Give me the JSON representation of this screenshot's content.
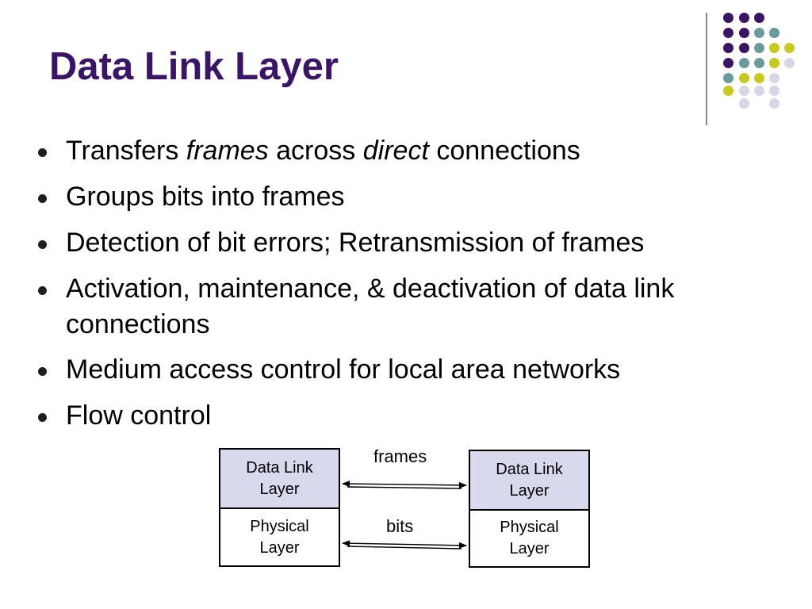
{
  "slide": {
    "title": "Data Link Layer",
    "accent_color": "#3a1466",
    "bullets": [
      {
        "parts": [
          {
            "text": "Transfers ",
            "italic": false
          },
          {
            "text": "frames",
            "italic": true
          },
          {
            "text": " across ",
            "italic": false
          },
          {
            "text": "direct",
            "italic": true
          },
          {
            "text": " connections",
            "italic": false
          }
        ]
      },
      {
        "parts": [
          {
            "text": "Groups bits into frames",
            "italic": false
          }
        ]
      },
      {
        "parts": [
          {
            "text": "Detection of bit errors;  Retransmission of frames",
            "italic": false
          }
        ]
      },
      {
        "parts": [
          {
            "text": "Activation, maintenance, & deactivation of data link connections",
            "italic": false
          }
        ]
      },
      {
        "parts": [
          {
            "text": "Medium access control for local area networks",
            "italic": false
          }
        ]
      },
      {
        "parts": [
          {
            "text": "Flow control",
            "italic": false
          }
        ]
      }
    ]
  },
  "diagram": {
    "left_data_link": {
      "line1": "Data Link",
      "line2": "Layer"
    },
    "left_physical": {
      "line1": "Physical",
      "line2": "Layer"
    },
    "right_data_link": {
      "line1": "Data Link",
      "line2": "Layer"
    },
    "right_physical": {
      "line1": "Physical",
      "line2": "Layer"
    },
    "frames_label": "frames",
    "bits_label": "bits",
    "data_link_fill": "#d9d9ee"
  },
  "decoration": {
    "dot_colors": {
      "purple": "#3a1466",
      "teal": "#6a9a9a",
      "yellow": "#c8c81e",
      "lavender": "#d6d6e6"
    }
  }
}
